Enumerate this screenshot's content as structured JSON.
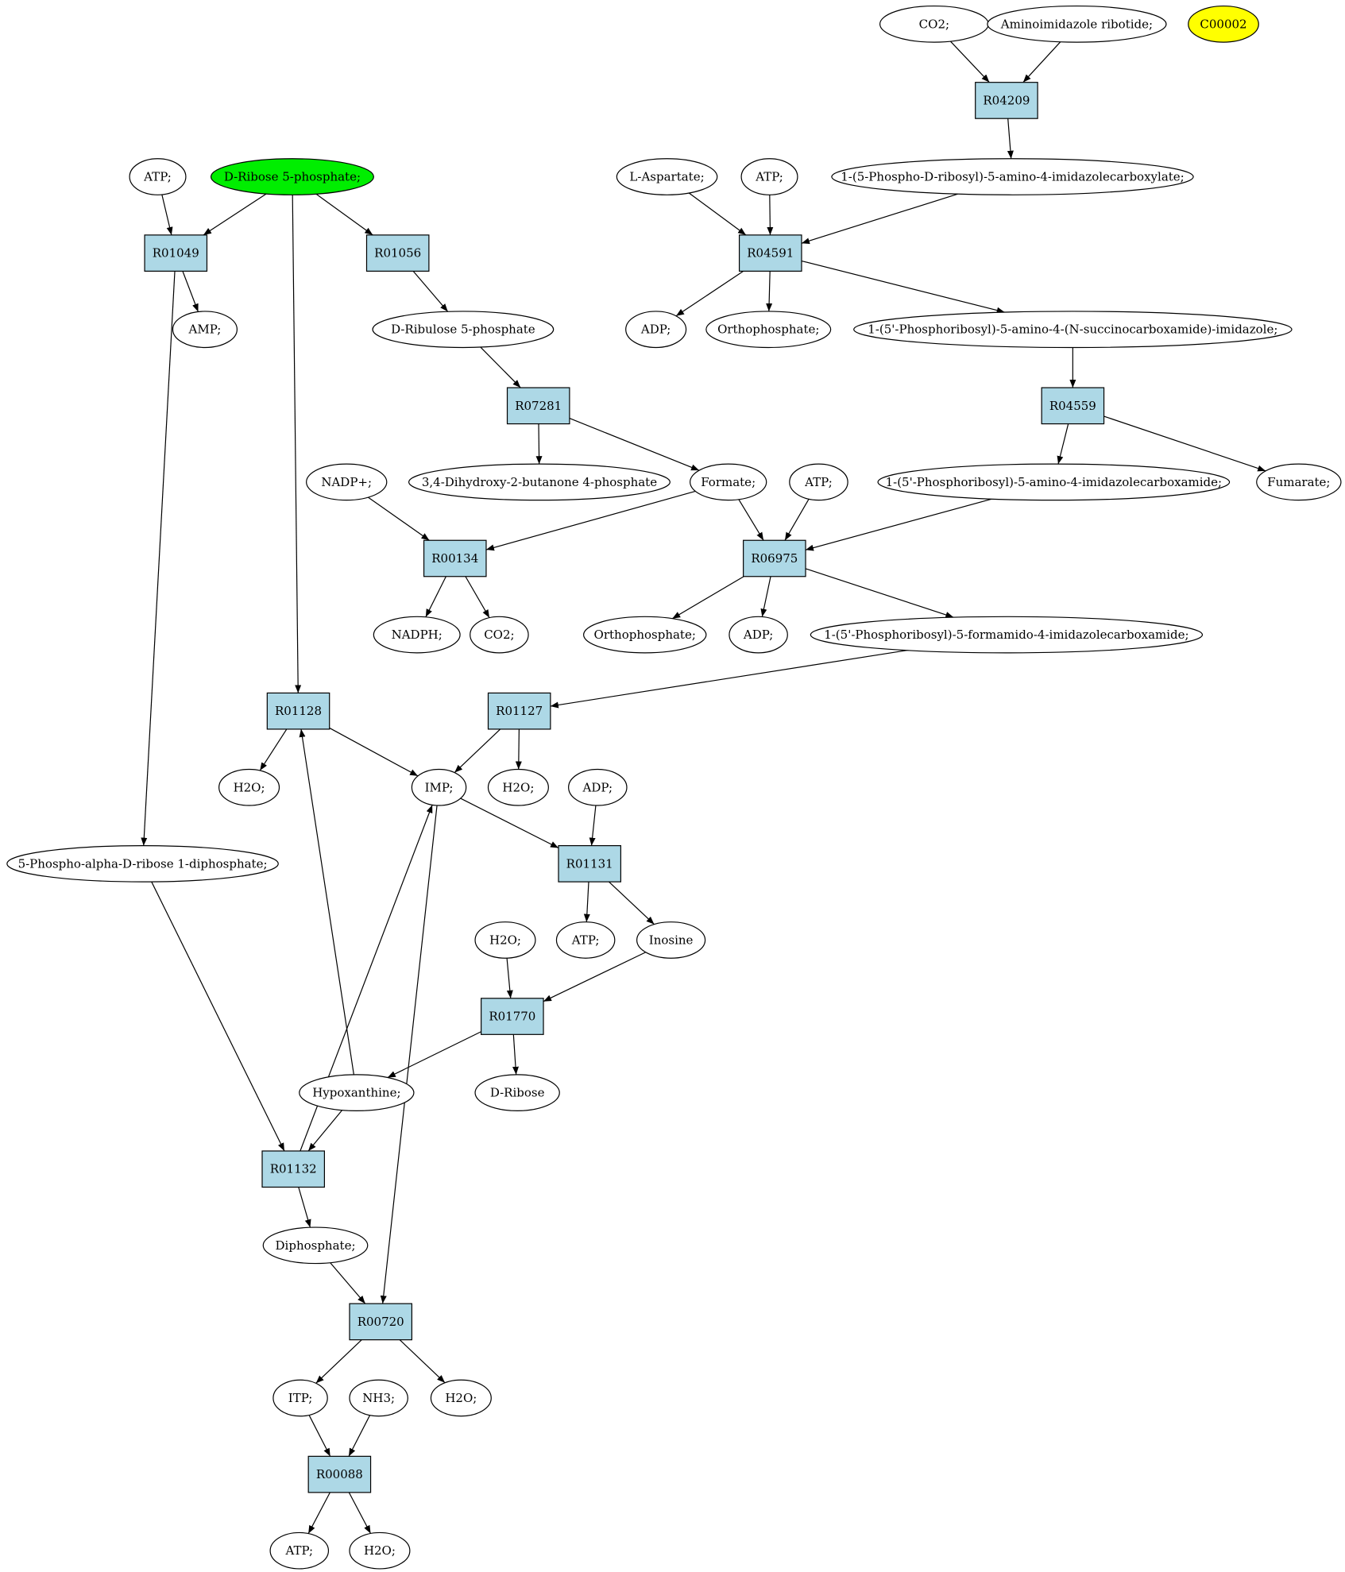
{
  "colors": {
    "compound_fill": "#ffffff",
    "reaction_fill": "#add8e6",
    "start_fill": "#00ee00",
    "highlight_fill": "#ffff00",
    "stroke": "#000000"
  },
  "nodes": [
    {
      "id": "co2_top",
      "kind": "compound",
      "label": "CO2;"
    },
    {
      "id": "air",
      "kind": "compound",
      "label": "Aminoimidazole ribotide;"
    },
    {
      "id": "c00002",
      "kind": "highlight",
      "label": "C00002"
    },
    {
      "id": "r04209",
      "kind": "reaction",
      "label": "R04209"
    },
    {
      "id": "atp_1",
      "kind": "compound",
      "label": "ATP;"
    },
    {
      "id": "r5p",
      "kind": "start",
      "label": "D-Ribose 5-phosphate;"
    },
    {
      "id": "laspartate",
      "kind": "compound",
      "label": "L-Aspartate;"
    },
    {
      "id": "atp_2",
      "kind": "compound",
      "label": "ATP;"
    },
    {
      "id": "cair",
      "kind": "compound",
      "label": "1-(5-Phospho-D-ribosyl)-5-amino-4-imidazolecarboxylate;"
    },
    {
      "id": "r01049",
      "kind": "reaction",
      "label": "R01049"
    },
    {
      "id": "r01056",
      "kind": "reaction",
      "label": "R01056"
    },
    {
      "id": "r04591",
      "kind": "reaction",
      "label": "R04591"
    },
    {
      "id": "amp",
      "kind": "compound",
      "label": "AMP;"
    },
    {
      "id": "ru5p",
      "kind": "compound",
      "label": "D-Ribulose 5-phosphate"
    },
    {
      "id": "adp_1",
      "kind": "compound",
      "label": "ADP;"
    },
    {
      "id": "pi_1",
      "kind": "compound",
      "label": "Orthophosphate;"
    },
    {
      "id": "saicar",
      "kind": "compound",
      "label": "1-(5'-Phosphoribosyl)-5-amino-4-(N-succinocarboxamide)-imidazole;"
    },
    {
      "id": "r07281",
      "kind": "reaction",
      "label": "R07281"
    },
    {
      "id": "r04559",
      "kind": "reaction",
      "label": "R04559"
    },
    {
      "id": "nadp",
      "kind": "compound",
      "label": "NADP+;"
    },
    {
      "id": "dhbp",
      "kind": "compound",
      "label": "3,4-Dihydroxy-2-butanone 4-phosphate"
    },
    {
      "id": "formate",
      "kind": "compound",
      "label": "Formate;"
    },
    {
      "id": "atp_3",
      "kind": "compound",
      "label": "ATP;"
    },
    {
      "id": "aicar",
      "kind": "compound",
      "label": "1-(5'-Phosphoribosyl)-5-amino-4-imidazolecarboxamide;"
    },
    {
      "id": "fumarate",
      "kind": "compound",
      "label": "Fumarate;"
    },
    {
      "id": "r00134",
      "kind": "reaction",
      "label": "R00134"
    },
    {
      "id": "r06975",
      "kind": "reaction",
      "label": "R06975"
    },
    {
      "id": "nadph",
      "kind": "compound",
      "label": "NADPH;"
    },
    {
      "id": "co2_2",
      "kind": "compound",
      "label": "CO2;"
    },
    {
      "id": "pi_2",
      "kind": "compound",
      "label": "Orthophosphate;"
    },
    {
      "id": "adp_2",
      "kind": "compound",
      "label": "ADP;"
    },
    {
      "id": "faicar",
      "kind": "compound",
      "label": "1-(5'-Phosphoribosyl)-5-formamido-4-imidazolecarboxamide;"
    },
    {
      "id": "r01128",
      "kind": "reaction",
      "label": "R01128"
    },
    {
      "id": "r01127",
      "kind": "reaction",
      "label": "R01127"
    },
    {
      "id": "h2o_1",
      "kind": "compound",
      "label": "H2O;"
    },
    {
      "id": "imp",
      "kind": "compound",
      "label": "IMP;"
    },
    {
      "id": "h2o_2",
      "kind": "compound",
      "label": "H2O;"
    },
    {
      "id": "adp_3",
      "kind": "compound",
      "label": "ADP;"
    },
    {
      "id": "prpp",
      "kind": "compound",
      "label": "5-Phospho-alpha-D-ribose 1-diphosphate;"
    },
    {
      "id": "r01131",
      "kind": "reaction",
      "label": "R01131"
    },
    {
      "id": "h2o_3",
      "kind": "compound",
      "label": "H2O;"
    },
    {
      "id": "atp_4",
      "kind": "compound",
      "label": "ATP;"
    },
    {
      "id": "inosine",
      "kind": "compound",
      "label": "Inosine"
    },
    {
      "id": "r01770",
      "kind": "reaction",
      "label": "R01770"
    },
    {
      "id": "hypoxanthine",
      "kind": "compound",
      "label": "Hypoxanthine;"
    },
    {
      "id": "dribose",
      "kind": "compound",
      "label": "D-Ribose"
    },
    {
      "id": "r01132",
      "kind": "reaction",
      "label": "R01132"
    },
    {
      "id": "diphosphate",
      "kind": "compound",
      "label": "Diphosphate;"
    },
    {
      "id": "r00720",
      "kind": "reaction",
      "label": "R00720"
    },
    {
      "id": "itp",
      "kind": "compound",
      "label": "ITP;"
    },
    {
      "id": "nh3",
      "kind": "compound",
      "label": "NH3;"
    },
    {
      "id": "h2o_4",
      "kind": "compound",
      "label": "H2O;"
    },
    {
      "id": "r00088",
      "kind": "reaction",
      "label": "R00088"
    },
    {
      "id": "atp_5",
      "kind": "compound",
      "label": "ATP;"
    },
    {
      "id": "h2o_5",
      "kind": "compound",
      "label": "H2O;"
    }
  ],
  "edges": [
    [
      "co2_top",
      "r04209"
    ],
    [
      "air",
      "r04209"
    ],
    [
      "r04209",
      "cair"
    ],
    [
      "atp_1",
      "r01049"
    ],
    [
      "r5p",
      "r01049"
    ],
    [
      "r5p",
      "r01056"
    ],
    [
      "r5p",
      "r01128"
    ],
    [
      "laspartate",
      "r04591"
    ],
    [
      "atp_2",
      "r04591"
    ],
    [
      "cair",
      "r04591"
    ],
    [
      "r01049",
      "amp"
    ],
    [
      "r01049",
      "prpp"
    ],
    [
      "r01056",
      "ru5p"
    ],
    [
      "r04591",
      "adp_1"
    ],
    [
      "r04591",
      "pi_1"
    ],
    [
      "r04591",
      "saicar"
    ],
    [
      "ru5p",
      "r07281"
    ],
    [
      "saicar",
      "r04559"
    ],
    [
      "r07281",
      "dhbp"
    ],
    [
      "r07281",
      "formate"
    ],
    [
      "r04559",
      "aicar"
    ],
    [
      "r04559",
      "fumarate"
    ],
    [
      "nadp",
      "r00134"
    ],
    [
      "formate",
      "r00134"
    ],
    [
      "formate",
      "r06975"
    ],
    [
      "atp_3",
      "r06975"
    ],
    [
      "aicar",
      "r06975"
    ],
    [
      "r00134",
      "nadph"
    ],
    [
      "r00134",
      "co2_2"
    ],
    [
      "r06975",
      "pi_2"
    ],
    [
      "r06975",
      "adp_2"
    ],
    [
      "r06975",
      "faicar"
    ],
    [
      "faicar",
      "r01127"
    ],
    [
      "r01128",
      "h2o_1"
    ],
    [
      "r01128",
      "imp"
    ],
    [
      "r01127",
      "imp"
    ],
    [
      "r01127",
      "h2o_2"
    ],
    [
      "imp",
      "r01131"
    ],
    [
      "adp_3",
      "r01131"
    ],
    [
      "imp",
      "r00720"
    ],
    [
      "r01131",
      "atp_4"
    ],
    [
      "r01131",
      "inosine"
    ],
    [
      "h2o_3",
      "r01770"
    ],
    [
      "inosine",
      "r01770"
    ],
    [
      "r01770",
      "hypoxanthine"
    ],
    [
      "r01770",
      "dribose"
    ],
    [
      "hypoxanthine",
      "r01128"
    ],
    [
      "hypoxanthine",
      "r01132"
    ],
    [
      "prpp",
      "r01132"
    ],
    [
      "r01132",
      "imp"
    ],
    [
      "r01132",
      "diphosphate"
    ],
    [
      "diphosphate",
      "r00720"
    ],
    [
      "r00720",
      "itp"
    ],
    [
      "r00720",
      "h2o_4"
    ],
    [
      "itp",
      "r00088"
    ],
    [
      "nh3",
      "r00088"
    ],
    [
      "r00088",
      "atp_5"
    ],
    [
      "r00088",
      "h2o_5"
    ]
  ]
}
